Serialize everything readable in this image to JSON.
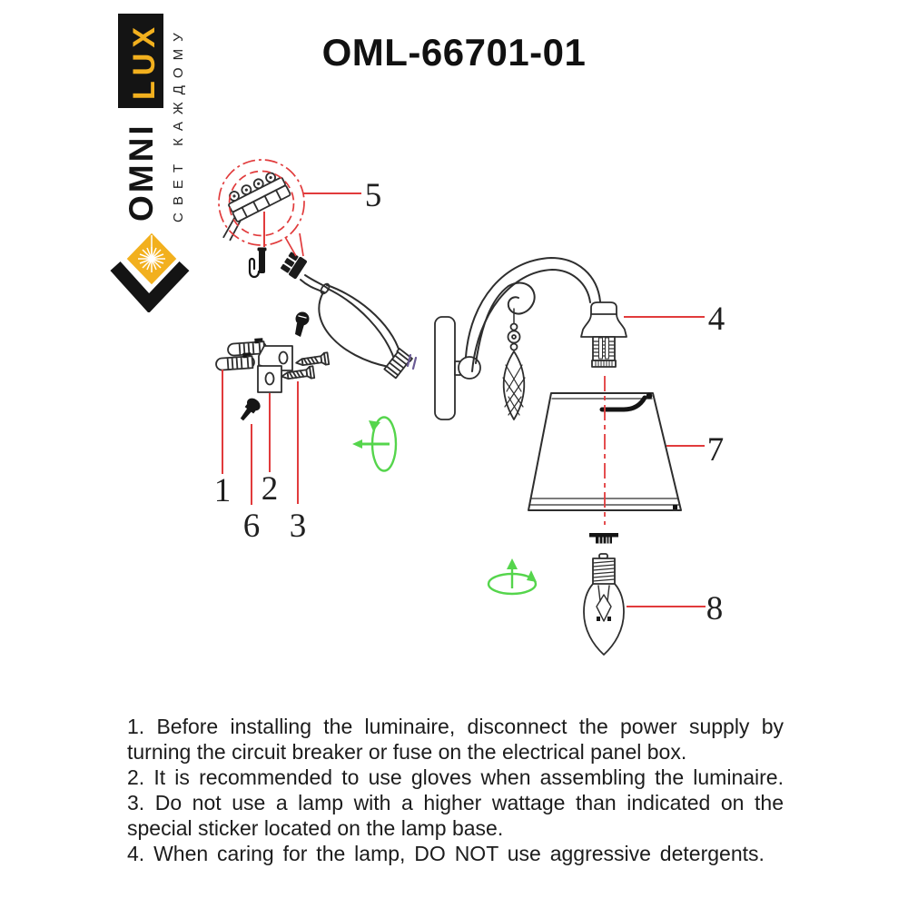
{
  "page": {
    "title": "OML-66701-01"
  },
  "logo": {
    "brand_top": "OMNI",
    "brand_bottom": "LUX",
    "tagline": "СВЕТ КАЖДОМУ",
    "colors": {
      "yellow": "#F2B01E",
      "black": "#141414"
    }
  },
  "diagram": {
    "part_labels": [
      {
        "num": "1",
        "part": "wall-anchors"
      },
      {
        "num": "2",
        "part": "mounting-bracket"
      },
      {
        "num": "3",
        "part": "mounting-screws"
      },
      {
        "num": "4",
        "part": "lamp-socket"
      },
      {
        "num": "5",
        "part": "terminal-block"
      },
      {
        "num": "6",
        "part": "bolt"
      },
      {
        "num": "7",
        "part": "lampshade"
      },
      {
        "num": "8",
        "part": "bulb"
      }
    ],
    "colors": {
      "leader": "#E13B3C",
      "rotation": "#55D54C",
      "line": "#2E2E2E"
    }
  },
  "instructions": {
    "items": [
      "1. Before installing the luminaire, disconnect the power supply by turning the circuit breaker or fuse on the electrical panel box.",
      "2. It is recommended to use gloves when assembling the luminaire.",
      "3. Do not use a lamp with a higher wattage than indicated on the special sticker located on the lamp base.",
      "4. When caring for the lamp, DO NOT use aggressive  detergents."
    ]
  }
}
